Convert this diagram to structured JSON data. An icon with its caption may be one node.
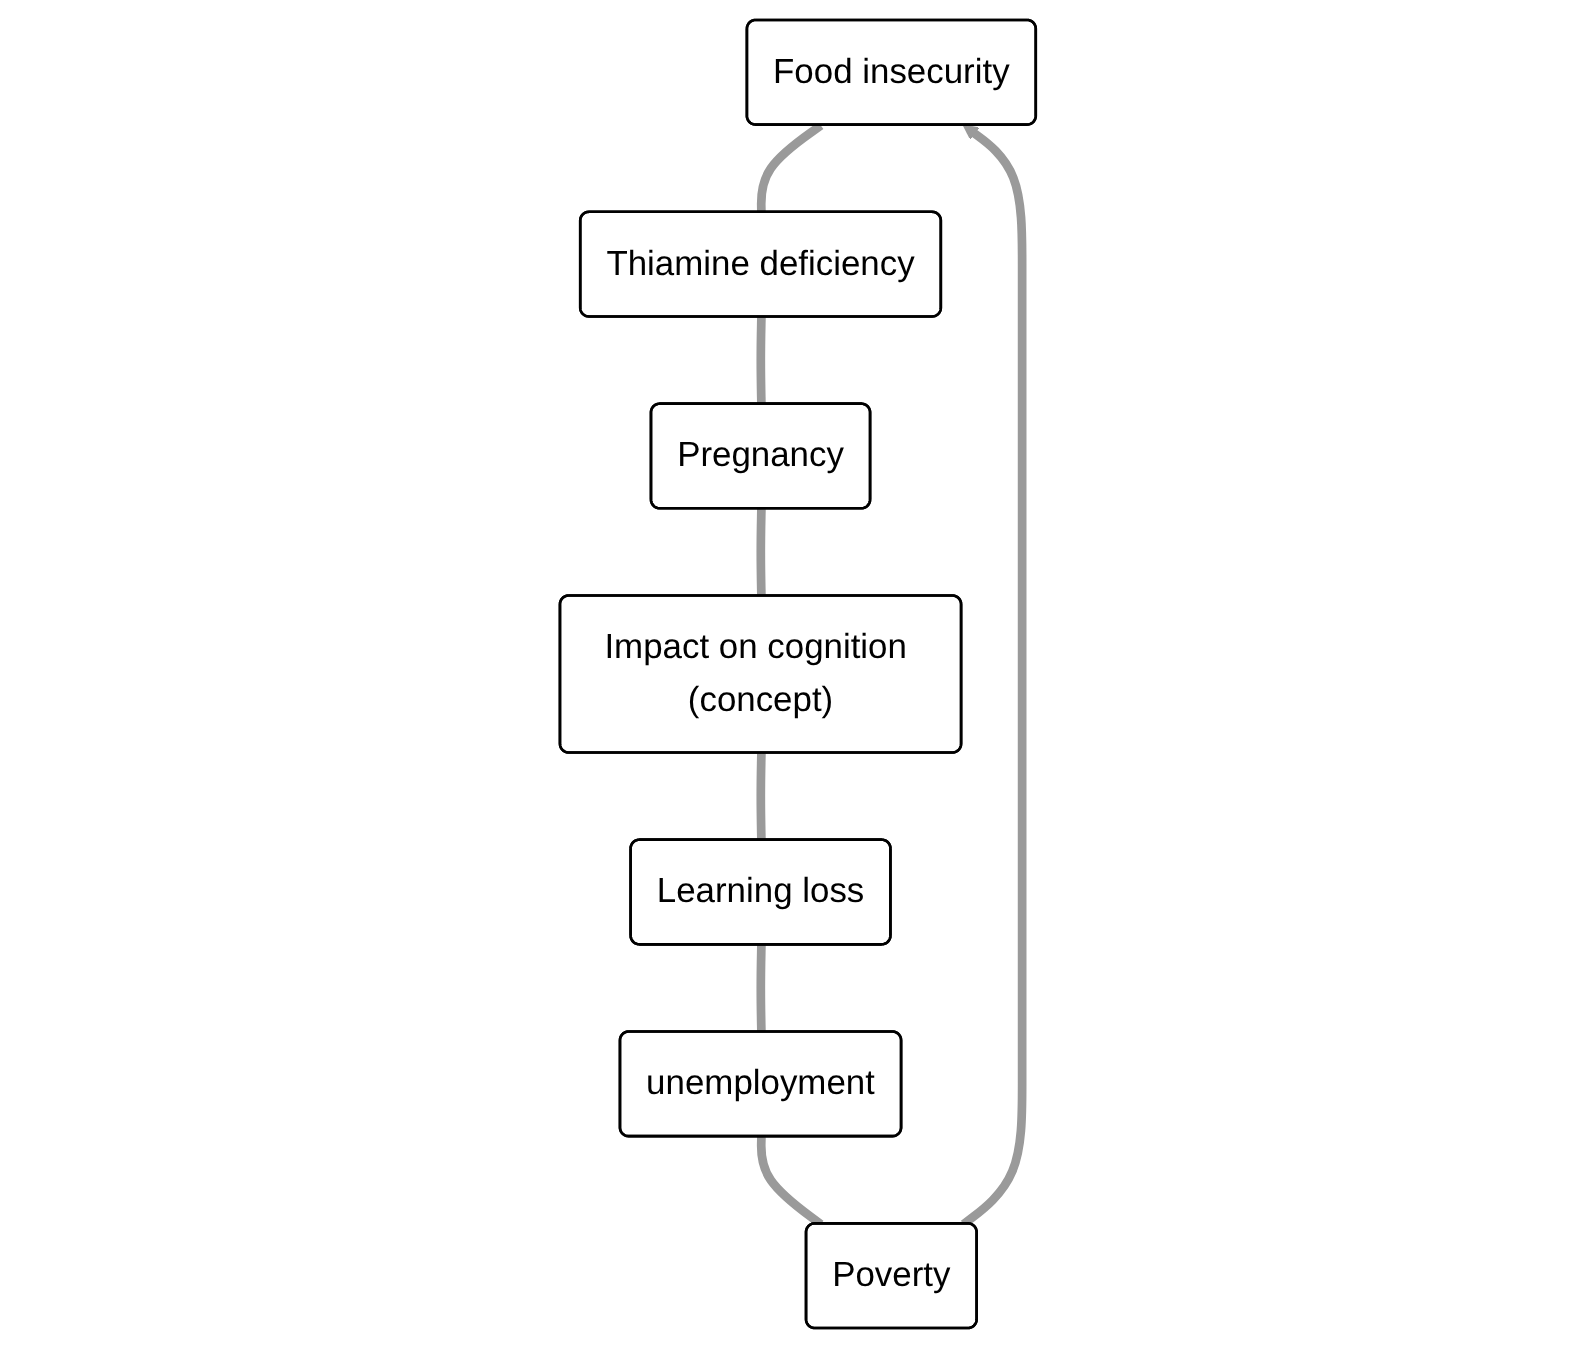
{
  "diagram": {
    "nodes": [
      {
        "text": [
          "Food insecurity"
        ]
      },
      {
        "text": [
          "Thiamine deficiency"
        ]
      },
      {
        "text": [
          "Pregnancy"
        ]
      },
      {
        "text": [
          "Impact on cognition (concept)"
        ]
      },
      {
        "text": [
          "Learning loss"
        ]
      },
      {
        "text": [
          "unemployment"
        ]
      },
      {
        "text": [
          "Poverty"
        ]
      }
    ],
    "edges": [
      {
        "from": 0,
        "to": 1,
        "arrow": "none"
      },
      {
        "from": 1,
        "to": 2,
        "arrow": "none"
      },
      {
        "from": 2,
        "to": 3,
        "arrow": "none"
      },
      {
        "from": 3,
        "to": 4,
        "arrow": "none"
      },
      {
        "from": 4,
        "to": 5,
        "arrow": "none"
      },
      {
        "from": 5,
        "to": 6,
        "arrow": "none"
      },
      {
        "from": 6,
        "to": 0,
        "arrow": "to"
      }
    ]
  }
}
